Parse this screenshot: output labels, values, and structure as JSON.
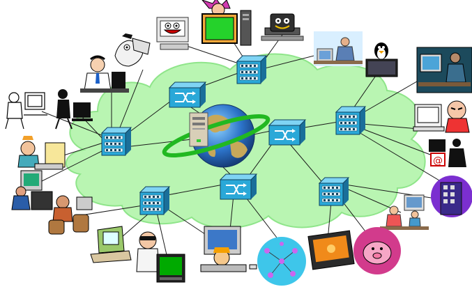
{
  "diagram": {
    "background": "#ffffff",
    "cloud_color": "#b9f5b2",
    "cloud_edge_color": "#8fe58a",
    "link_color": "#1a1a1a",
    "device_color": "#2aa8d8",
    "device_dark_color": "#1a6f9a",
    "switches": [
      {
        "id": "sw1",
        "kind": "switch"
      },
      {
        "id": "sw2",
        "kind": "switch"
      },
      {
        "id": "sw3",
        "kind": "switch"
      },
      {
        "id": "sw4",
        "kind": "switch"
      }
    ],
    "hubs": [
      {
        "id": "hub-top",
        "kind": "hub"
      },
      {
        "id": "hub-left",
        "kind": "hub"
      },
      {
        "id": "hub-right",
        "kind": "hub"
      },
      {
        "id": "hub-bottom-left",
        "kind": "hub"
      },
      {
        "id": "hub-bottom-right",
        "kind": "hub"
      }
    ],
    "center": {
      "id": "globe-server",
      "icon": "globe-server-icon"
    },
    "clients": [
      {
        "icon": "laughing-computer-icon"
      },
      {
        "icon": "jester-monitor-icon"
      },
      {
        "icon": "happy-computer-icon"
      },
      {
        "icon": "desk-worker-icon"
      },
      {
        "icon": "penguin-laptop-icon"
      },
      {
        "icon": "typist-icon"
      },
      {
        "icon": "grumpy-user-icon"
      },
      {
        "icon": "email-user-icon"
      },
      {
        "icon": "office-building-icon"
      },
      {
        "icon": "kids-computer-icon"
      },
      {
        "icon": "pink-piggy-icon"
      },
      {
        "icon": "laptop-user-icon"
      },
      {
        "icon": "people-network-icon"
      },
      {
        "icon": "child-computer-icon"
      },
      {
        "icon": "terminal-man-icon"
      },
      {
        "icon": "retro-computer-icon"
      },
      {
        "icon": "barrel-user-icon"
      },
      {
        "icon": "crt-user-icon"
      },
      {
        "icon": "frustrated-user-icon"
      },
      {
        "icon": "seated-user-icon"
      },
      {
        "icon": "sketch-user-icon"
      },
      {
        "icon": "businessman-icon"
      },
      {
        "icon": "mouse-hand-icon"
      }
    ]
  }
}
